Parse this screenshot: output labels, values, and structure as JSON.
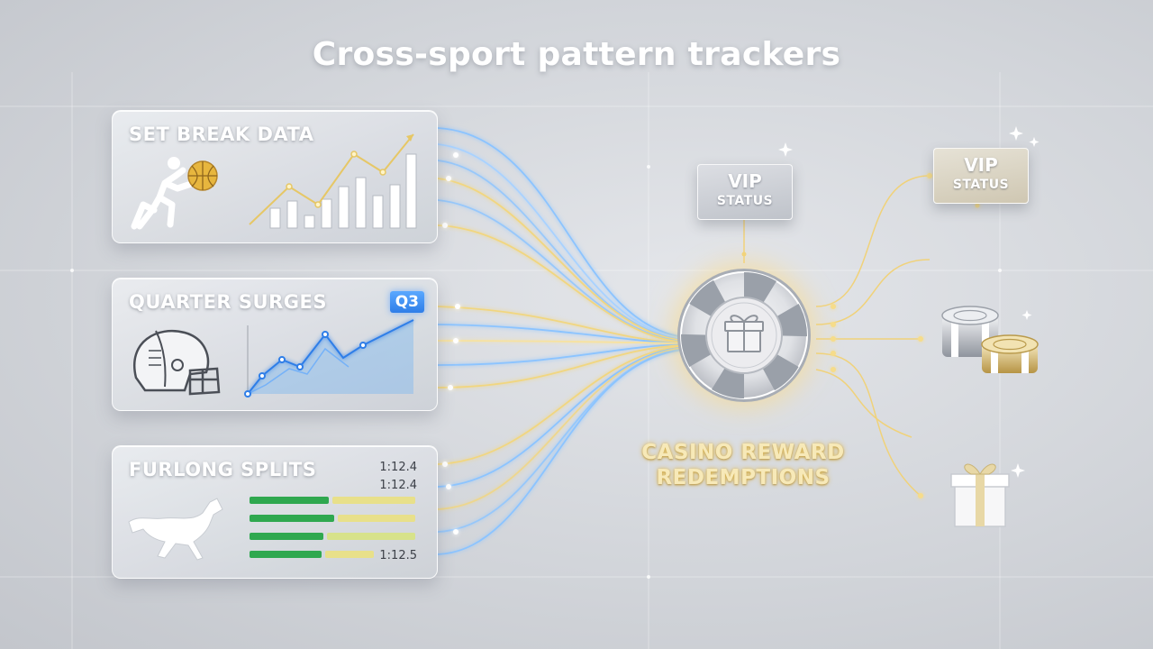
{
  "title": "Cross-sport pattern trackers",
  "trackers": [
    {
      "label": "SET BREAK DATA",
      "icon": "basketball-player-icon"
    },
    {
      "label": "QUARTER SURGES",
      "icon": "football-helmet-icon",
      "badge": "Q3"
    },
    {
      "label": "FURLONG SPLITS",
      "icon": "horse-icon",
      "split_times": [
        "1:12.4",
        "1:12.4",
        "1:12.5"
      ]
    }
  ],
  "hub": {
    "label_line1": "CASINO REWARD",
    "label_line2": "REDEMPTIONS",
    "icon": "gift-chip-icon"
  },
  "vip_left": {
    "line1": "VIP",
    "line2": "STATUS"
  },
  "vip_right": {
    "line1": "VIP",
    "line2": "STATUS"
  },
  "reward_icons": [
    "vip-status-card",
    "casino-chips-icon",
    "gift-box-icon"
  ],
  "colors": {
    "blue_flow": "#8cc4ff",
    "gold_flow": "#f1d680",
    "green_bar": "#2fa84f",
    "gold_bar": "#e8e08a",
    "accent_blue": "#2f7ee8"
  }
}
